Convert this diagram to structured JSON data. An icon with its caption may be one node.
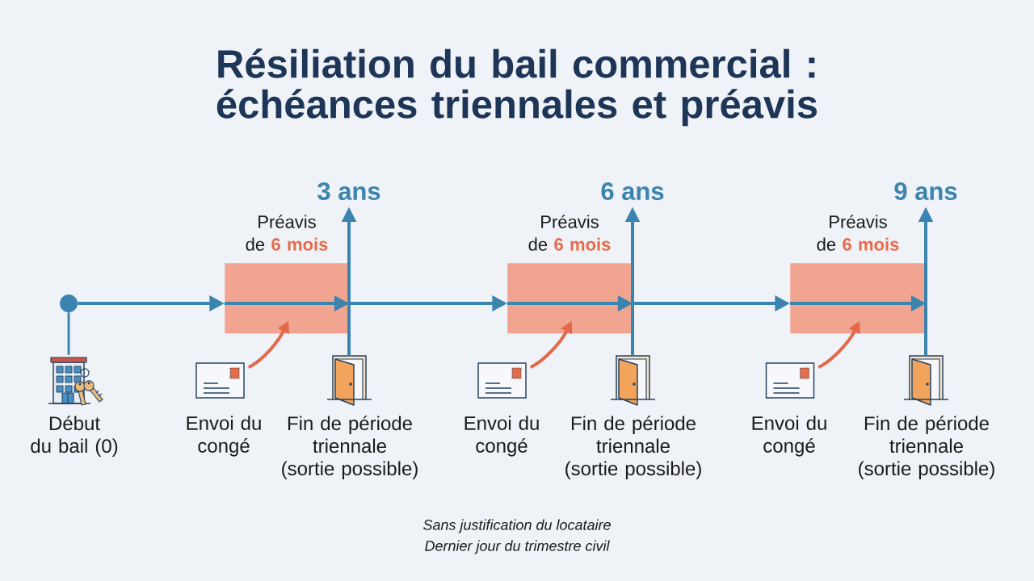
{
  "diagram": {
    "title": "Résiliation du bail commercial : échéances triennales et préavis",
    "nodes": [
      {
        "text": [],
        "shape": "circle"
      },
      {
        "text": [],
        "shape": "picture",
        "beside": [
          "Début du bail (0)"
        ]
      },
      {
        "text": [
          "Préavis de **6 mois**"
        ]
      },
      {
        "text": [
          "3 ans"
        ]
      },
      {
        "text": [],
        "shape": "picture",
        "beside": [
          "Envoi du congé"
        ]
      },
      {
        "text": [],
        "shape": "picture",
        "beside": [
          "Fin de période triennale (sortie possible)"
        ]
      },
      {
        "text": [
          "Préavis de **6 mois**"
        ]
      },
      {
        "text": [
          "6 ans"
        ]
      },
      {
        "text": [],
        "shape": "picture",
        "beside": [
          "Envoi du congé"
        ]
      },
      {
        "text": [],
        "shape": "picture",
        "beside": [
          "Fin de période triennale (sortie possible)"
        ]
      },
      {
        "text": [
          "Préavis de **6 mois**"
        ]
      },
      {
        "text": [
          "9 ans"
        ]
      },
      {
        "text": [],
        "shape": "picture",
        "beside": [
          "Envoi du congé"
        ]
      },
      {
        "text": [],
        "shape": "picture",
        "beside": [
          "Fin de période triennale (sortie possible)"
        ]
      }
    ],
    "edges": [
      {
        "from": 0,
        "to": 1,
        "arrow": "none"
      },
      {
        "from": 0,
        "to": 2,
        "arrow": "to"
      },
      {
        "from": 4,
        "to": 2,
        "arrow": "to",
        "color": "#e2694a"
      },
      {
        "from": 5,
        "to": 3,
        "arrow": "to"
      },
      {
        "from": 2,
        "to": 6,
        "arrow": "to"
      },
      {
        "from": 8,
        "to": 6,
        "arrow": "to",
        "color": "#e2694a"
      },
      {
        "from": 9,
        "to": 7,
        "arrow": "to"
      },
      {
        "from": 6,
        "to": 10,
        "arrow": "to"
      },
      {
        "from": 12,
        "to": 10,
        "arrow": "to",
        "color": "#e2694a"
      },
      {
        "from": 13,
        "to": 11,
        "arrow": "to"
      }
    ],
    "labels": [
      "Sans justification du locataire",
      "Dernier jour du trimestre civil"
    ]
  }
}
